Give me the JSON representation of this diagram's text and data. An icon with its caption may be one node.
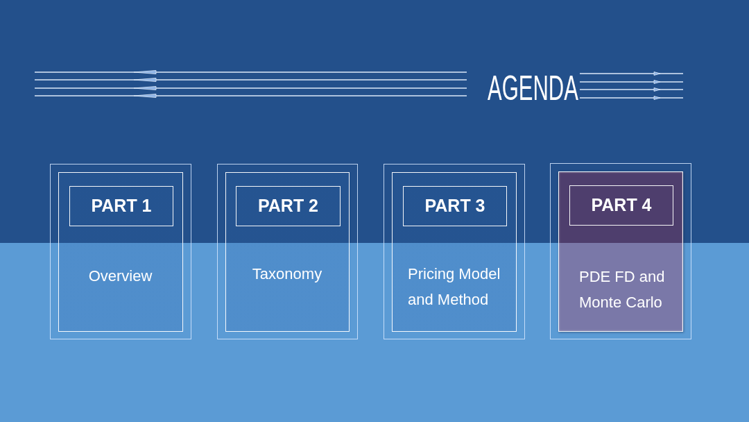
{
  "diagram": {
    "title": "AGENDA",
    "nodes": [
      {
        "text": [
          "Overview"
        ]
      },
      {
        "text": [
          "PART 1"
        ],
        "in": 0
      },
      {
        "text": [
          "Taxonomy"
        ]
      },
      {
        "text": [
          "PART 2"
        ],
        "in": 2
      },
      {
        "text": [
          "Pricing Model and Method"
        ]
      },
      {
        "text": [
          "PART 3"
        ],
        "in": 4
      },
      {
        "text": [
          "PDE FD and Monte Carlo"
        ]
      },
      {
        "text": [
          "PART 4"
        ],
        "in": 6
      }
    ]
  }
}
